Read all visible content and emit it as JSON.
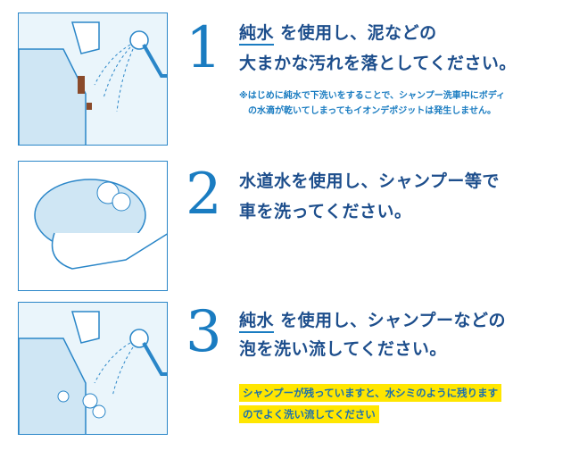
{
  "steps": [
    {
      "number": "1",
      "keyword": "純水",
      "line1_rest": " を使用し、泥などの",
      "line2": "大まかな汚れを落としてください。",
      "note_line1": "※はじめに純水で下洗いをすることで、シャンプー洗車中にボディ",
      "note_line2": "の水滴が乾いてしまってもイオンデポジットは発生しません。"
    },
    {
      "number": "2",
      "line1": "水道水を使用し、シャンプー等で",
      "line2": "車を洗ってください。"
    },
    {
      "number": "3",
      "keyword": "純水",
      "line1_rest": " を使用し、シャンプーなどの",
      "line2": "泡を洗い流してください。",
      "warning_line1": "シャンプーが残っていますと、水シミのように残ります",
      "warning_line2": "のでよく洗い流してください"
    }
  ],
  "colors": {
    "text": "#1d4e8c",
    "accent": "#1a7cc1",
    "highlight": "#ffe600"
  }
}
